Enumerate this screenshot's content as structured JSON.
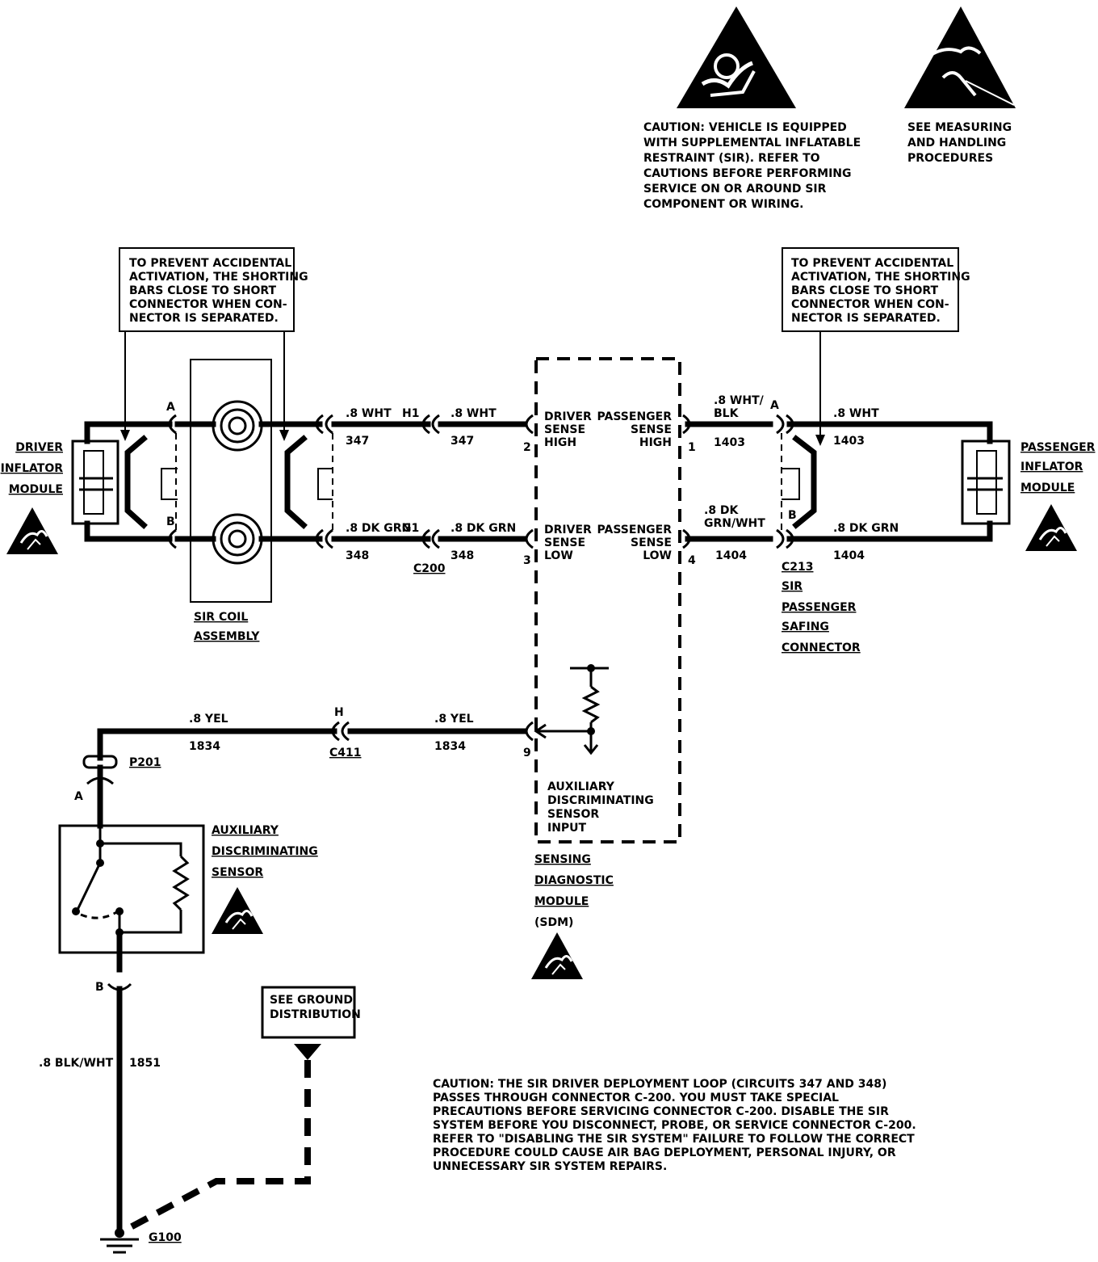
{
  "caution_top": {
    "lines": [
      "CAUTION: VEHICLE IS EQUIPPED",
      "WITH SUPPLEMENTAL INFLATABLE",
      "RESTRAINT (SIR). REFER TO",
      "CAUTIONS BEFORE PERFORMING",
      "SERVICE ON OR AROUND SIR",
      "COMPONENT OR WIRING."
    ]
  },
  "esd_note": {
    "lines": [
      "SEE MEASURING",
      "AND HANDLING",
      "PROCEDURES"
    ]
  },
  "note_left": {
    "lines": [
      "TO PREVENT ACCIDENTAL",
      "ACTIVATION, THE SHORTING",
      "BARS CLOSE TO SHORT",
      "CONNECTOR WHEN CON-",
      "NECTOR IS SEPARATED."
    ]
  },
  "note_right": {
    "lines": [
      "TO PREVENT ACCIDENTAL",
      "ACTIVATION, THE SHORTING",
      "BARS CLOSE TO SHORT",
      "CONNECTOR WHEN CON-",
      "NECTOR IS SEPARATED."
    ]
  },
  "driver_module": {
    "lines": [
      "DRIVER",
      "INFLATOR",
      "MODULE"
    ]
  },
  "passenger_module": {
    "lines": [
      "PASSENGER",
      "INFLATOR",
      "MODULE"
    ]
  },
  "pins": {
    "left_a": "A",
    "left_b": "B",
    "right_a": "A",
    "right_b": "B",
    "sdm_2": "2",
    "sdm_3": "3",
    "sdm_1": "1",
    "sdm_4": "4",
    "sdm_9": "9",
    "p201_a": "A",
    "sensor_b": "B"
  },
  "coil": {
    "lines": [
      "SIR COIL",
      "ASSEMBLY"
    ]
  },
  "wires": {
    "w347a": {
      "color": ".8 WHT",
      "circuit": "347"
    },
    "w347b": {
      "color": ".8 WHT",
      "circuit": "347"
    },
    "w348a": {
      "color": ".8 DK GRN",
      "circuit": "348"
    },
    "w348b": {
      "color": ".8 DK GRN",
      "circuit": "348"
    },
    "w1403a": {
      "color_l1": ".8 WHT/",
      "color_l2": "BLK",
      "circuit": "1403"
    },
    "w1403b": {
      "color": ".8 WHT",
      "circuit": "1403"
    },
    "w1404a": {
      "color_l1": ".8 DK",
      "color_l2": "GRN/WHT",
      "circuit": "1404"
    },
    "w1404b": {
      "color": ".8 DK GRN",
      "circuit": "1404"
    },
    "w1834a": {
      "color": ".8 YEL",
      "circuit": "1834"
    },
    "w1834b": {
      "color": ".8 YEL",
      "circuit": "1834"
    },
    "w1851": {
      "color": ".8 BLK/WHT",
      "circuit": "1851"
    }
  },
  "connectors": {
    "h1": "H1",
    "g1": "G1",
    "c200": "C200",
    "h": "H",
    "c411": "C411",
    "p201": "P201",
    "g100": "G100"
  },
  "sdm": {
    "driver_high": [
      "DRIVER",
      "SENSE",
      "HIGH"
    ],
    "driver_low": [
      "DRIVER",
      "SENSE",
      "LOW"
    ],
    "passenger_high": [
      "PASSENGER",
      "SENSE",
      "HIGH"
    ],
    "passenger_low": [
      "PASSENGER",
      "SENSE",
      "LOW"
    ],
    "aux_input": [
      "AUXILIARY",
      "DISCRIMINATING",
      "SENSOR",
      "INPUT"
    ],
    "name": [
      "SENSING",
      "DIAGNOSTIC",
      "MODULE",
      "(SDM)"
    ]
  },
  "c213": {
    "lines": [
      "C213",
      "SIR",
      "PASSENGER",
      "SAFING",
      "CONNECTOR"
    ]
  },
  "aux_sensor": {
    "lines": [
      "AUXILIARY",
      "DISCRIMINATING",
      "SENSOR"
    ]
  },
  "ground_box": {
    "lines": [
      "SEE GROUND",
      "DISTRIBUTION"
    ]
  },
  "caution_bottom": {
    "lines": [
      "CAUTION:  THE SIR DRIVER DEPLOYMENT LOOP (CIRCUITS 347 AND 348)",
      "PASSES THROUGH CONNECTOR C-200.  YOU MUST TAKE SPECIAL",
      "PRECAUTIONS BEFORE SERVICING CONNECTOR C-200.  DISABLE THE SIR",
      "SYSTEM BEFORE YOU DISCONNECT, PROBE, OR SERVICE CONNECTOR C-200.",
      "REFER TO \"DISABLING THE SIR SYSTEM\" FAILURE TO FOLLOW THE CORRECT",
      "PROCEDURE COULD CAUSE AIR BAG DEPLOYMENT, PERSONAL INJURY, OR",
      "UNNECESSARY SIR SYSTEM REPAIRS."
    ]
  },
  "icons": {
    "airbag_warning": "airbag-warning-icon",
    "esd_warning": "esd-warning-icon",
    "ground": "ground-icon"
  }
}
